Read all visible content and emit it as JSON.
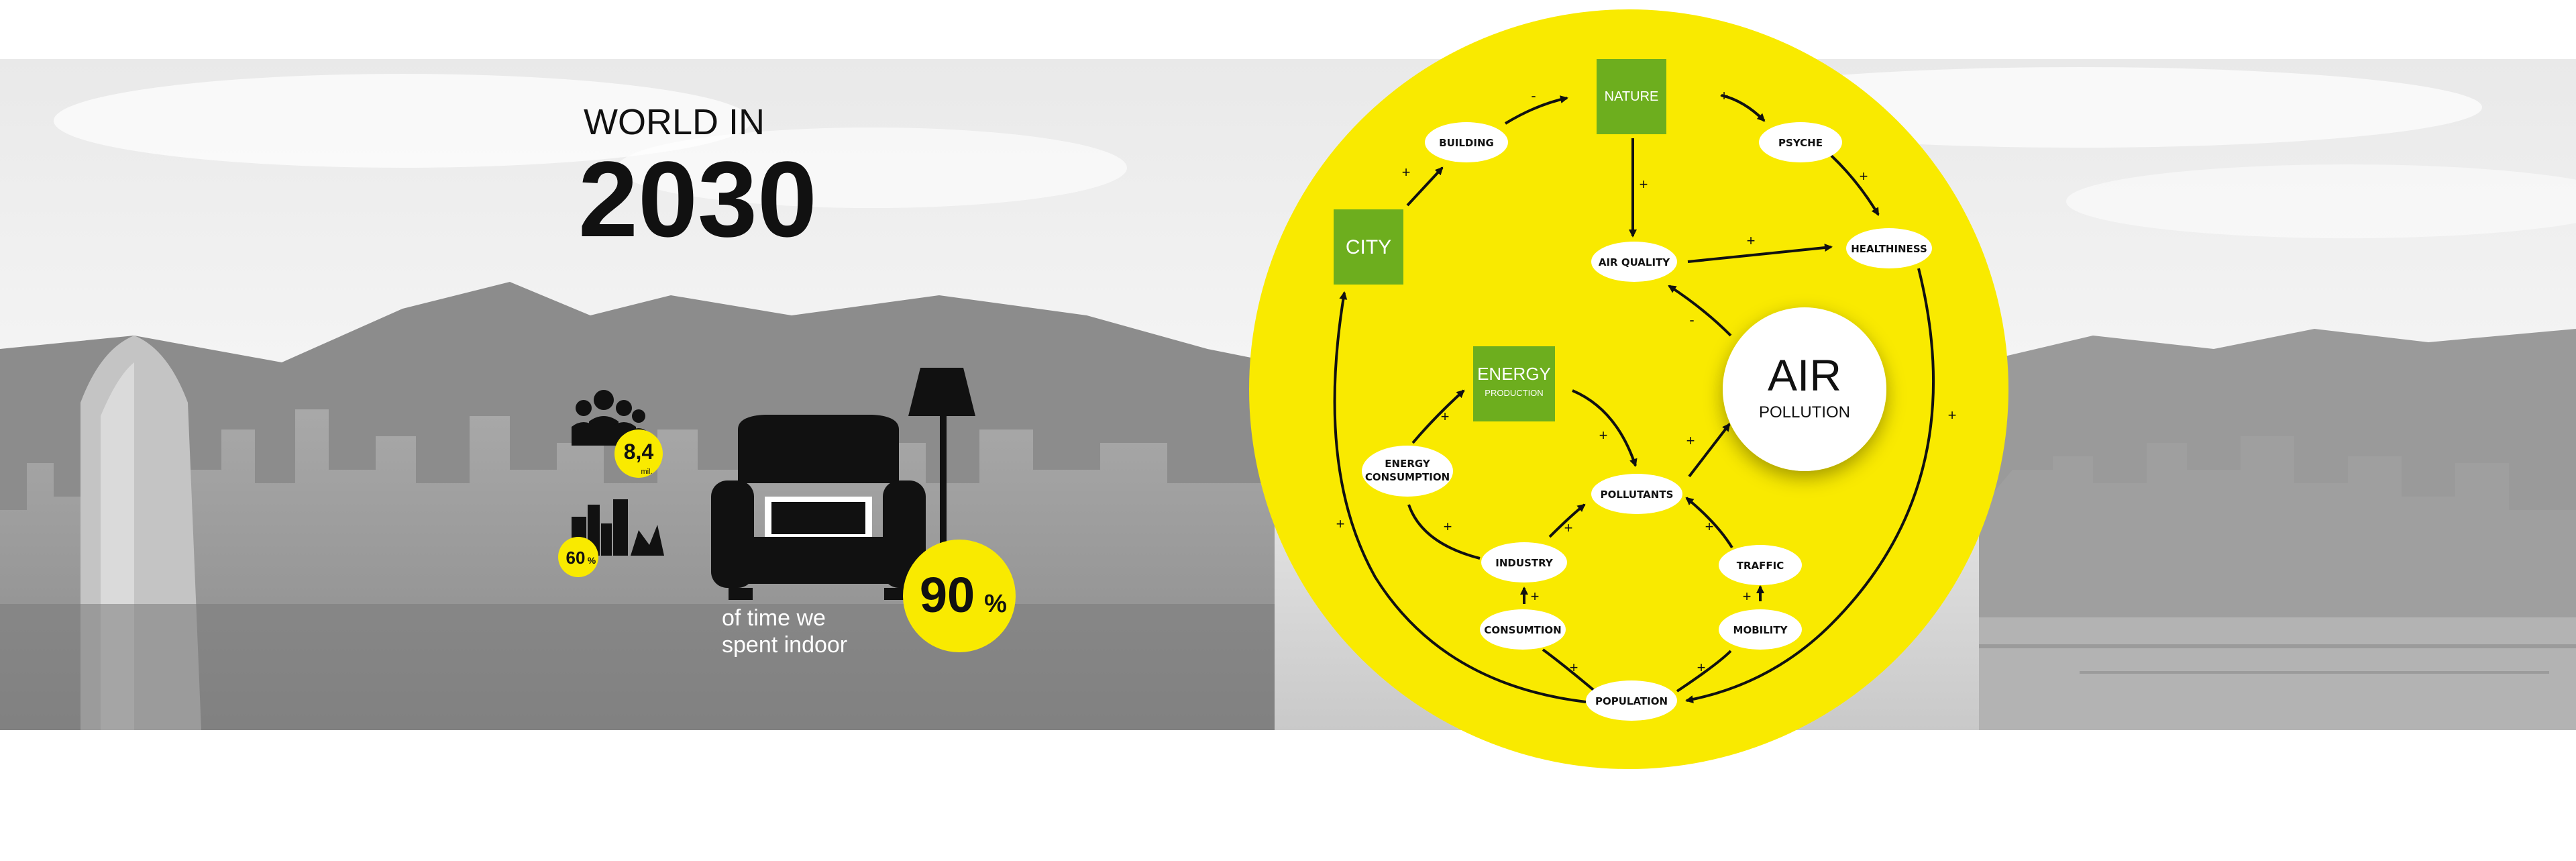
{
  "headline": {
    "line1": "WORLD IN",
    "year": "2030"
  },
  "stats": {
    "population_value": "8,4",
    "population_unit": "mil.",
    "urban_value": "60",
    "urban_unit": "%",
    "indoor_value": "90",
    "indoor_unit": "%",
    "indoor_caption_line1": "of time we",
    "indoor_caption_line2": "spent indoor"
  },
  "center_node": {
    "line1": "AIR",
    "line2": "POLLUTION"
  },
  "nodes": {
    "nature": "NATURE",
    "city": "CITY",
    "energy_line1": "ENERGY",
    "energy_line2": "PRODUCTION",
    "building": "BUILDING",
    "psyche": "PSYCHE",
    "healthiness": "HEALTHINESS",
    "air_quality": "AIR QUALITY",
    "energy_consumption_line1": "ENERGY",
    "energy_consumption_line2": "CONSUMPTION",
    "pollutants": "POLLUTANTS",
    "industry": "INDUSTRY",
    "traffic": "TRAFFIC",
    "consumtion": "CONSUMTION",
    "mobility": "MOBILITY",
    "population": "POPULATION"
  },
  "edge_signs": {
    "plus": "+",
    "minus": "-"
  },
  "colors": {
    "yellow": "#f9ea00",
    "green": "#6dae1e",
    "black": "#111111",
    "photo_light": "#d4d4d4",
    "photo_mid": "#9a9a9a",
    "photo_dark": "#5d5d5d"
  },
  "icons": [
    "people-group-icon",
    "city-buildings-icon",
    "armchair-icon",
    "floor-lamp-icon"
  ]
}
